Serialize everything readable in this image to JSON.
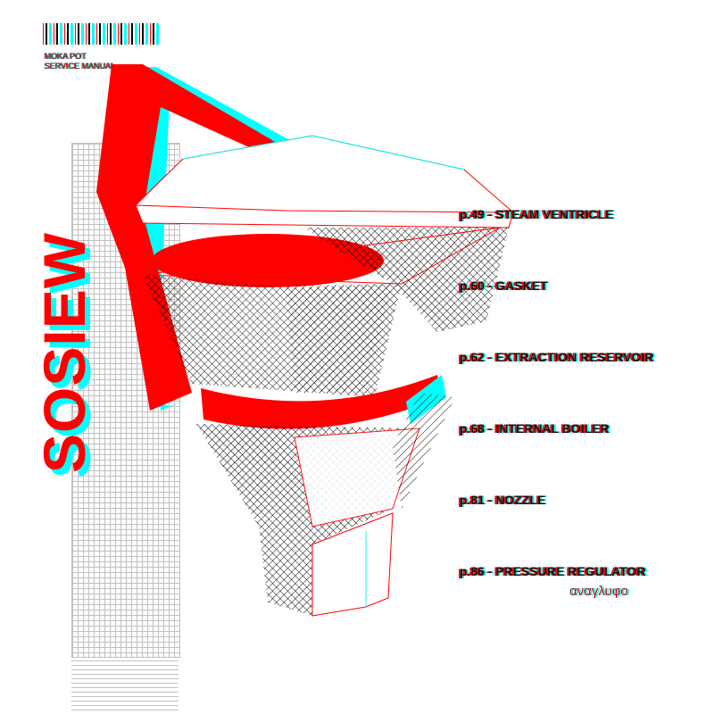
{
  "header": {
    "line1": "MOKA POT",
    "line2": "SERVICE MANUAL"
  },
  "title": "SOSIEW",
  "labels": [
    "p.49 - STEAM VENTRICLE",
    "p.60 - GASKET",
    "p.62 - EXTRACTION RESERVOIR",
    "p.68 - INTERNAL BOILER",
    "p.81 - NOZZLE",
    "p.86 - PRESSURE REGULATOR"
  ],
  "footnote": "αναγλυφο",
  "colors": {
    "red": "#ff0000",
    "cyan": "#00ffff",
    "ink": "#111111"
  }
}
